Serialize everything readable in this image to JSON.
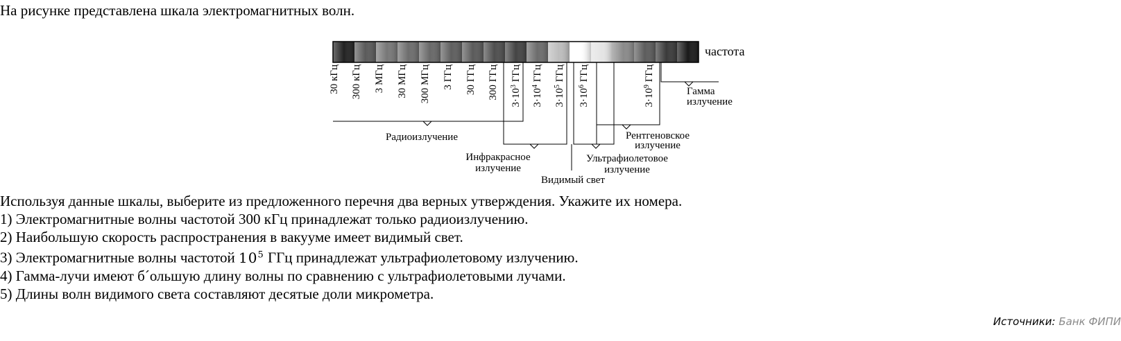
{
  "intro": "На рисунке представлена шкала электромагнитных волн.",
  "figure": {
    "axis_label": "частота",
    "ticks": {
      "t0": "30 кГц",
      "t1": "300 кГц",
      "t2": "3 МГц",
      "t3": "30 МГц",
      "t4": "300 МГц",
      "t5": "3 ГГц",
      "t6": "30 ГГц",
      "t7": "300 ГГц",
      "t8_mant": "3·10",
      "t8_exp": "3",
      "t9_mant": "3·10",
      "t9_exp": "4",
      "t10_mant": "3·10",
      "t10_exp": "5",
      "t11_mant": "3·10",
      "t11_exp": "6",
      "t12_mant": "3·10",
      "t12_exp": "9",
      "unit": "ГГц"
    },
    "regions": {
      "radio": "Радиоизлучение",
      "infrared_1": "Инфракрасное",
      "infrared_2": "излучение",
      "visible": "Видимый свет",
      "uv_1": "Ультрафиолетовое",
      "uv_2": "излучение",
      "xray_1": "Рентгеновское",
      "xray_2": "излучение",
      "gamma_1": "Гамма",
      "gamma_2": "излучение"
    },
    "band_colors": [
      "#222222",
      "#5a5a5a",
      "#777777",
      "#6d6d6d",
      "#686868",
      "#5e5e5e",
      "#5a5a5a",
      "#4e4e4e",
      "#444444",
      "#6c6c6c",
      "#bdbdbd",
      "#ffffff",
      "#e4e4e4",
      "#8a8a8a",
      "#5c5c5c",
      "#3a3a3a",
      "#1a1a1a"
    ]
  },
  "question": {
    "prompt": "Используя данные шкалы, выберите из предложенного перечня два верных утверждения. Укажите их номера.",
    "o1": "1) Электромагнитные волны частотой 300 кГц принадлежат только радиоизлучению.",
    "o2": "2) Наибольшую скорость распространения в вакууме имеет видимый свет.",
    "o3_pre": "3) Электромагнитные волны частотой ",
    "o3_base": "10",
    "o3_exp": "5",
    "o3_post": " ГГц принадлежат ультрафиолетовому излучению.",
    "o4": "4) Гамма-лучи имеют б´ольшую длину волны по сравнению с ультрафиолетовыми лучами.",
    "o5": "5) Длины волн видимого света составляют десятые доли микрометра."
  },
  "sources": {
    "label": "Источники:",
    "link": "Банк ФИПИ"
  }
}
